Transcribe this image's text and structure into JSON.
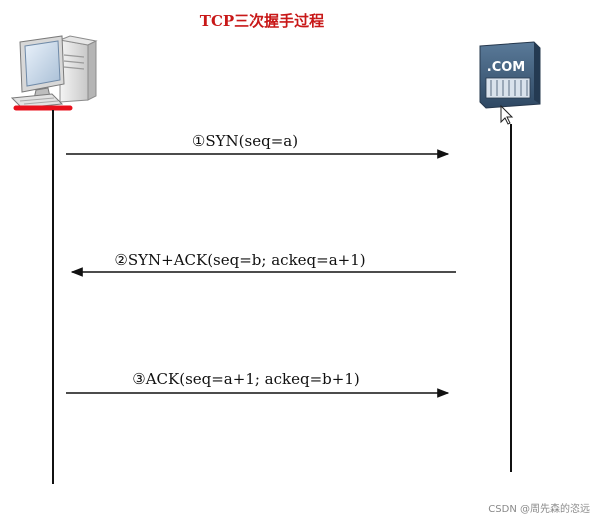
{
  "title": "TCP三次握手过程",
  "client": {
    "icon": "desktop-computer-icon",
    "marker_color": "#e8101c"
  },
  "server": {
    "icon": "server-icon",
    "label": ".COM"
  },
  "messages": [
    {
      "step": 1,
      "label": "①SYN(seq=a)",
      "direction": "client-to-server"
    },
    {
      "step": 2,
      "label": "②SYN+ACK(seq=b; ackeq=a+1)",
      "direction": "server-to-client"
    },
    {
      "step": 3,
      "label": "③ACK(seq=a+1; ackeq=b+1)",
      "direction": "client-to-server"
    }
  ],
  "watermark": "CSDN @周先森的恣远",
  "colors": {
    "title": "#c81818",
    "line": "#111111",
    "server_body": "#3d5b7a",
    "background": "#ffffff"
  }
}
